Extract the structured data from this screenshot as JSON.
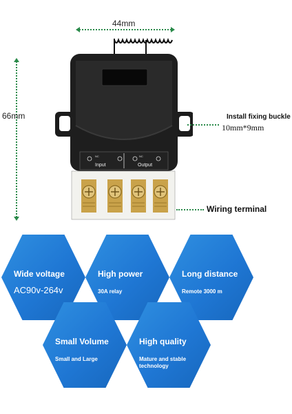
{
  "dimensions": {
    "width_label": "44mm",
    "height_label": "66mm"
  },
  "product": {
    "input_label": "Input",
    "output_label": "Output",
    "input_small": "NC",
    "output_small": "NC"
  },
  "callouts": {
    "buckle_label": "Install fixing buckle",
    "buckle_size": "10mm*9mm",
    "terminal_label": "Wiring terminal"
  },
  "features": [
    {
      "title": "Wide voltage",
      "subtitle": "AC90v-264v"
    },
    {
      "title": "High power",
      "subtitle": "30A relay"
    },
    {
      "title": "Long distance",
      "subtitle": "Remote 3000 m"
    },
    {
      "title": "Small Volume",
      "subtitle": "Small and Large"
    },
    {
      "title": "High quality",
      "subtitle": "Mature and stable technology"
    }
  ],
  "colors": {
    "accent_green": "#2a8a4a",
    "hex_blue": "#1f77d4",
    "device_black": "#1a1a1a",
    "terminal_brass": "#c9a24a"
  }
}
